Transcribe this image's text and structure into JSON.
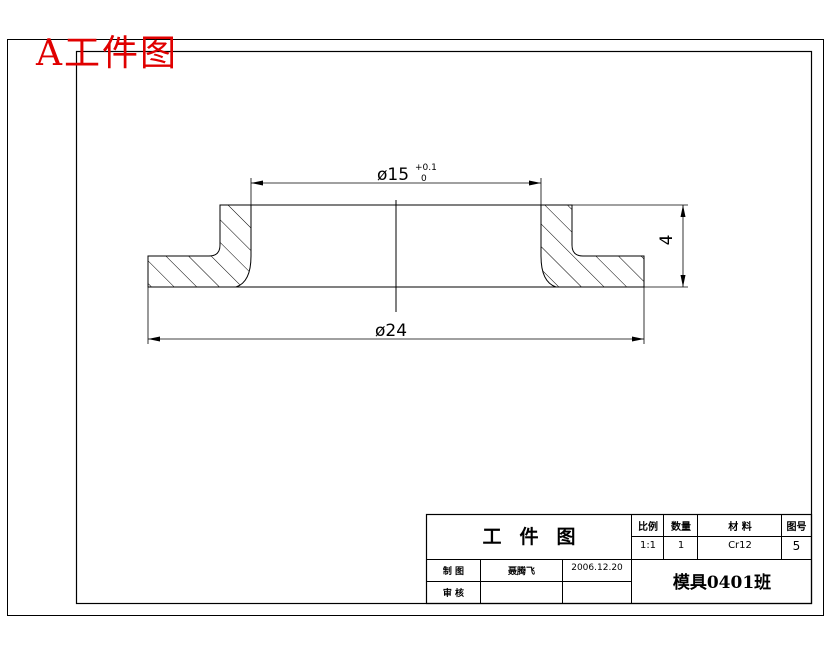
{
  "sheet_label": "A工件图",
  "dimensions": {
    "inner_diameter_symbol": "ø15",
    "inner_diameter_tol_upper": "+0.1",
    "inner_diameter_tol_lower": "0",
    "outer_diameter": "ø24",
    "height": "4"
  },
  "title_block": {
    "drawing_name": "工件图",
    "scale_label": "比例",
    "scale_value": "1:1",
    "quantity_label": "数量",
    "quantity_value": "1",
    "material_label": "材 料",
    "material_value": "Cr12",
    "drawing_no_label": "图号",
    "drawing_no_value": "5",
    "drawn_by_label": "制 图",
    "drawn_by_value": "聂腾飞",
    "date_value": "2006.12.20",
    "checked_by_label": "审 核",
    "class_name": "模具0401班"
  },
  "colors": {
    "line": "#000000",
    "title_red": "#e00000"
  }
}
